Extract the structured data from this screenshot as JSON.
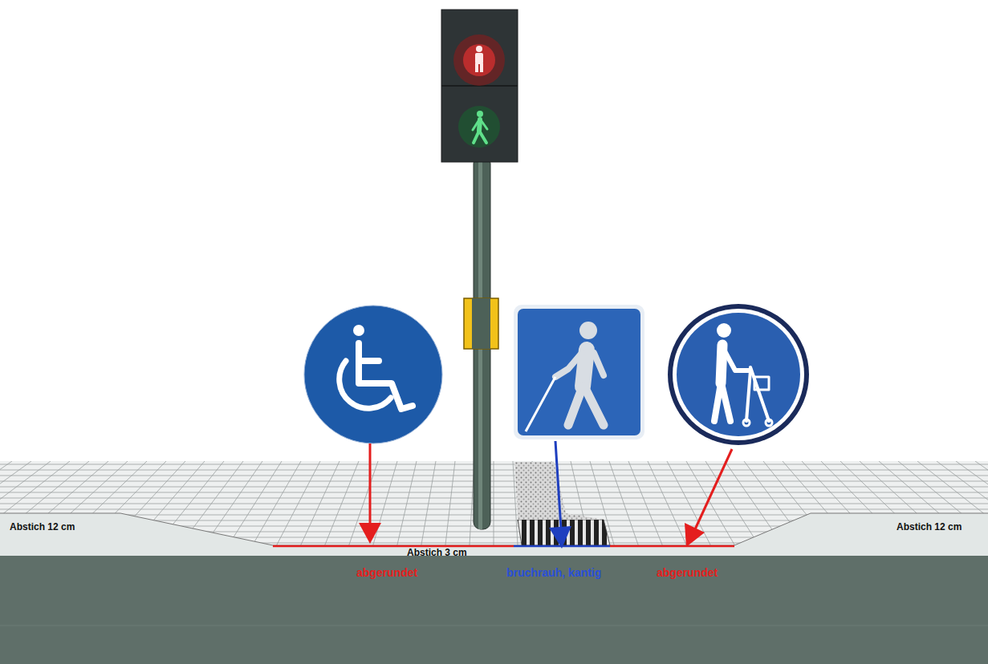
{
  "diagram": {
    "labels": [
      "Abstich 12 cm",
      "Abstich 12 cm",
      "Abstich 3 cm",
      "abgerundet",
      "bruchrauh, kantig",
      "abgerundet"
    ]
  }
}
